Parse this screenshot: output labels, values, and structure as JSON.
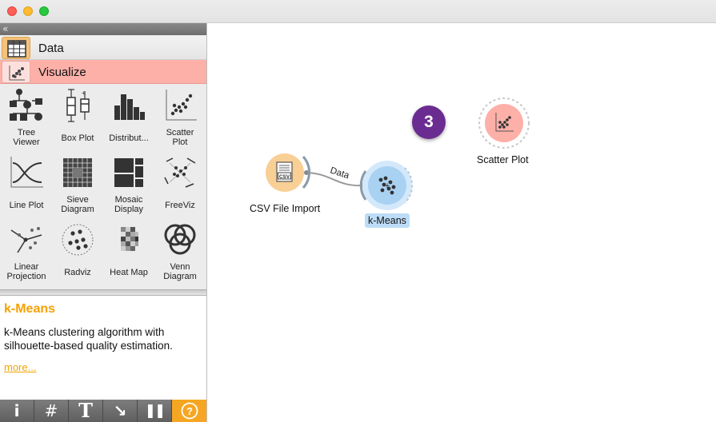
{
  "window": {
    "title": ""
  },
  "dock": {
    "collapse_glyph": "«",
    "categories": [
      {
        "label": "Data",
        "icon": "table-icon",
        "color": "#f6c27a"
      },
      {
        "label": "Visualize",
        "icon": "scatter-icon",
        "color": "#fdb0a8"
      }
    ],
    "widgets": [
      {
        "label": "Tree\nViewer",
        "icon": "tree-viewer-icon"
      },
      {
        "label": "Box Plot",
        "icon": "box-plot-icon"
      },
      {
        "label": "Distribut...",
        "icon": "distributions-icon"
      },
      {
        "label": "Scatter\nPlot",
        "icon": "scatter-plot-icon"
      },
      {
        "label": "Line Plot",
        "icon": "line-plot-icon"
      },
      {
        "label": "Sieve\nDiagram",
        "icon": "sieve-diagram-icon"
      },
      {
        "label": "Mosaic\nDisplay",
        "icon": "mosaic-display-icon"
      },
      {
        "label": "FreeViz",
        "icon": "freeviz-icon"
      },
      {
        "label": "Linear\nProjection",
        "icon": "linear-projection-icon"
      },
      {
        "label": "Radviz",
        "icon": "radviz-icon"
      },
      {
        "label": "Heat Map",
        "icon": "heat-map-icon"
      },
      {
        "label": "Venn\nDiagram",
        "icon": "venn-diagram-icon"
      }
    ]
  },
  "help": {
    "title": "k-Means",
    "description": "k-Means clustering algorithm with silhouette-based quality estimation.",
    "more_link": "more..."
  },
  "toolbar": {
    "info": "i",
    "grid": "#",
    "text": "T",
    "arrow": "↘",
    "pause": "❚❚",
    "help": "?"
  },
  "canvas": {
    "nodes": [
      {
        "label": "CSV File Import",
        "icon": "csv-file-icon",
        "color": "#f6c27a"
      },
      {
        "label": "k-Means",
        "icon": "kmeans-icon",
        "color": "#a9d1f2",
        "selected": true
      },
      {
        "label": "Scatter Plot",
        "icon": "scatter-plot-icon",
        "color": "#fdb0a8"
      }
    ],
    "link_label": "Data",
    "badge": "3"
  },
  "colors": {
    "accent_orange": "#f5a100",
    "badge_purple": "#6b2c91",
    "selection_blue": "#bcdcf7"
  }
}
